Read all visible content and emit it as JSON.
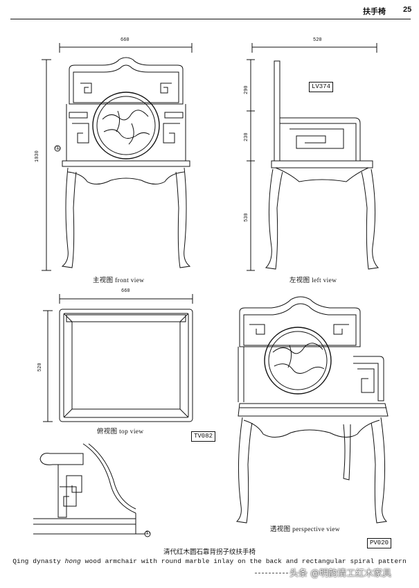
{
  "header": {
    "title": "扶手椅",
    "page_number": "25"
  },
  "front_view": {
    "label": "主视图  front view",
    "width_dim": "660",
    "height_dim": "1030",
    "detail_marker": "①"
  },
  "left_view": {
    "label": "左视图   left view",
    "width_dim": "520",
    "dims": [
      "290",
      "230",
      "530"
    ],
    "code": "LV374"
  },
  "top_view": {
    "label": "俯视图   top view",
    "width_dim": "660",
    "depth_dim": "520",
    "code": "TV082"
  },
  "perspective_view": {
    "label": "透视图  perspective view",
    "code": "PV020"
  },
  "detail": {
    "marker": "①"
  },
  "caption": {
    "cn": "清代红木圆石靠背拐子纹扶手椅",
    "en_before": "Qing dynasty ",
    "en_italic": "hong",
    "en_after": " wood armchair with round marble inlay on the back and rectangular spiral pattern"
  },
  "watermark": {
    "text": "头条 @明韵清工红木家具"
  }
}
